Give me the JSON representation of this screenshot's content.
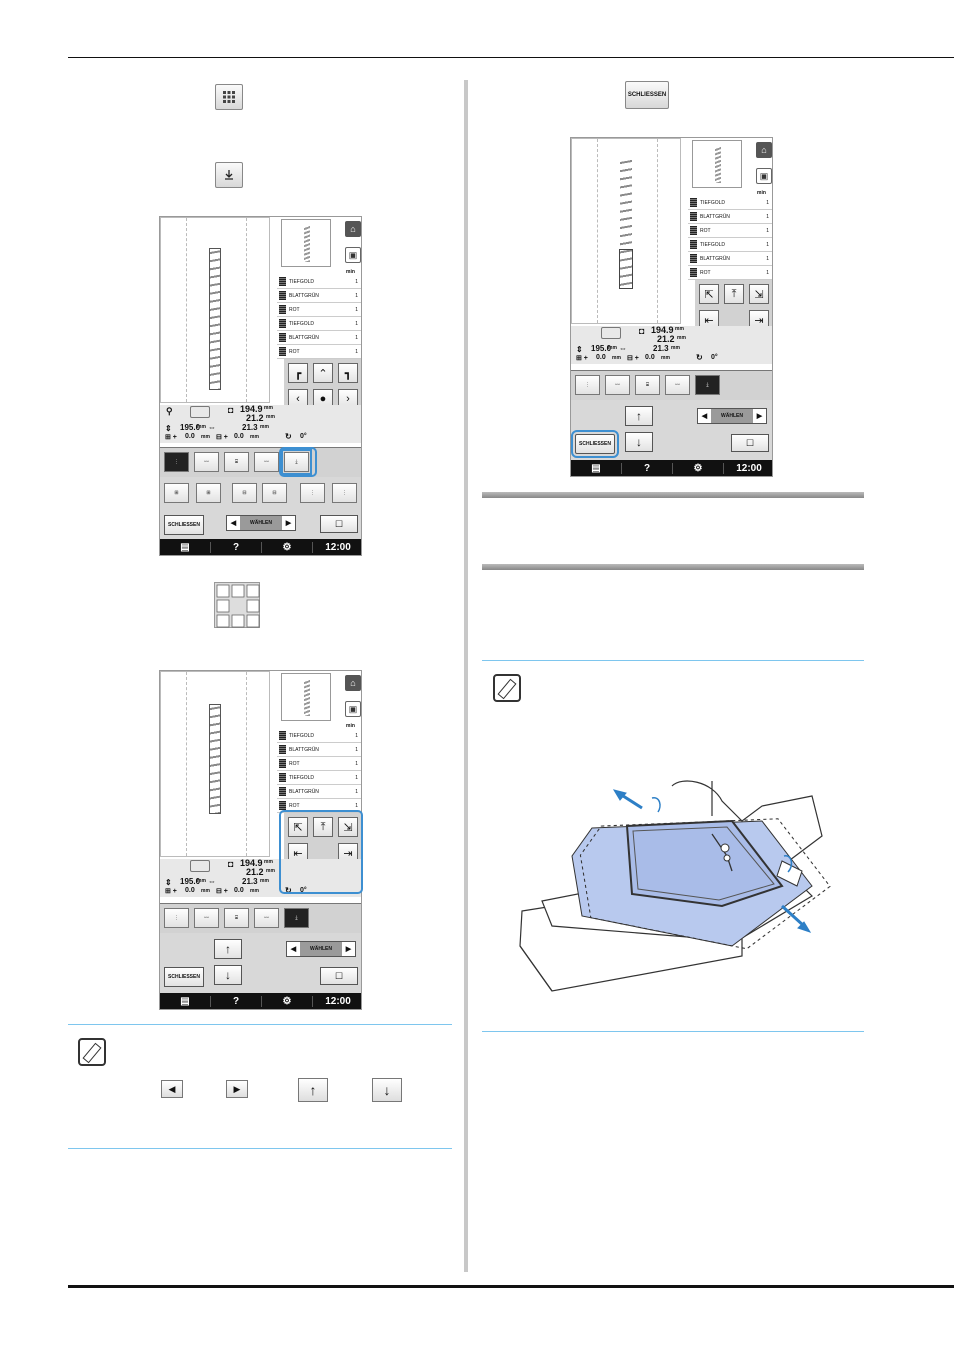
{
  "icons": {
    "schliessen_label": "SCHLIESSEN"
  },
  "screen": {
    "home_icon": "home-icon",
    "min_label": "min",
    "threads": [
      {
        "name": "TIEFGOLD",
        "count": "1"
      },
      {
        "name": "BLATTGRÜN",
        "count": "1"
      },
      {
        "name": "ROT",
        "count": "1"
      },
      {
        "name": "TIEFGOLD",
        "count": "1"
      },
      {
        "name": "BLATTGRÜN",
        "count": "1"
      },
      {
        "name": "ROT",
        "count": "1"
      }
    ],
    "height_value": "194.9",
    "width_value": "21.2",
    "pos_y": "195.0",
    "pos_x": "21.3",
    "unit": "mm",
    "offset_x": "0.0",
    "offset_y": "0.0",
    "angle": "0°",
    "wahlen": "WÄHLEN",
    "schliessen": "SCHLIESSEN",
    "help": "?",
    "time": "12:00"
  },
  "colors": {
    "highlight": "#3d8fd1",
    "memo_line": "#7ec6ee"
  }
}
